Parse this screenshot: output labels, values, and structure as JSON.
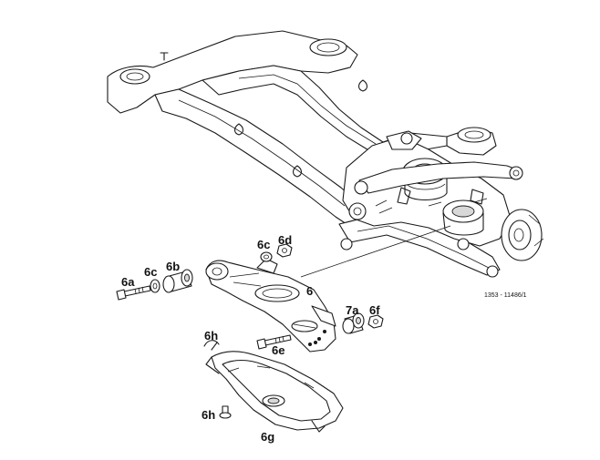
{
  "callouts": {
    "c6": "6",
    "c6a": "6a",
    "c6b": "6b",
    "c6c_left": "6c",
    "c6c_top": "6c",
    "c6d": "6d",
    "c6e": "6e",
    "c6f": "6f",
    "c6g": "6g",
    "c6h_top": "6h",
    "c6h_bottom": "6h",
    "c7a": "7a"
  },
  "reference_number": "1353 - 11486/1",
  "colors": {
    "ink": "#1a1a1a",
    "background": "#ffffff"
  }
}
